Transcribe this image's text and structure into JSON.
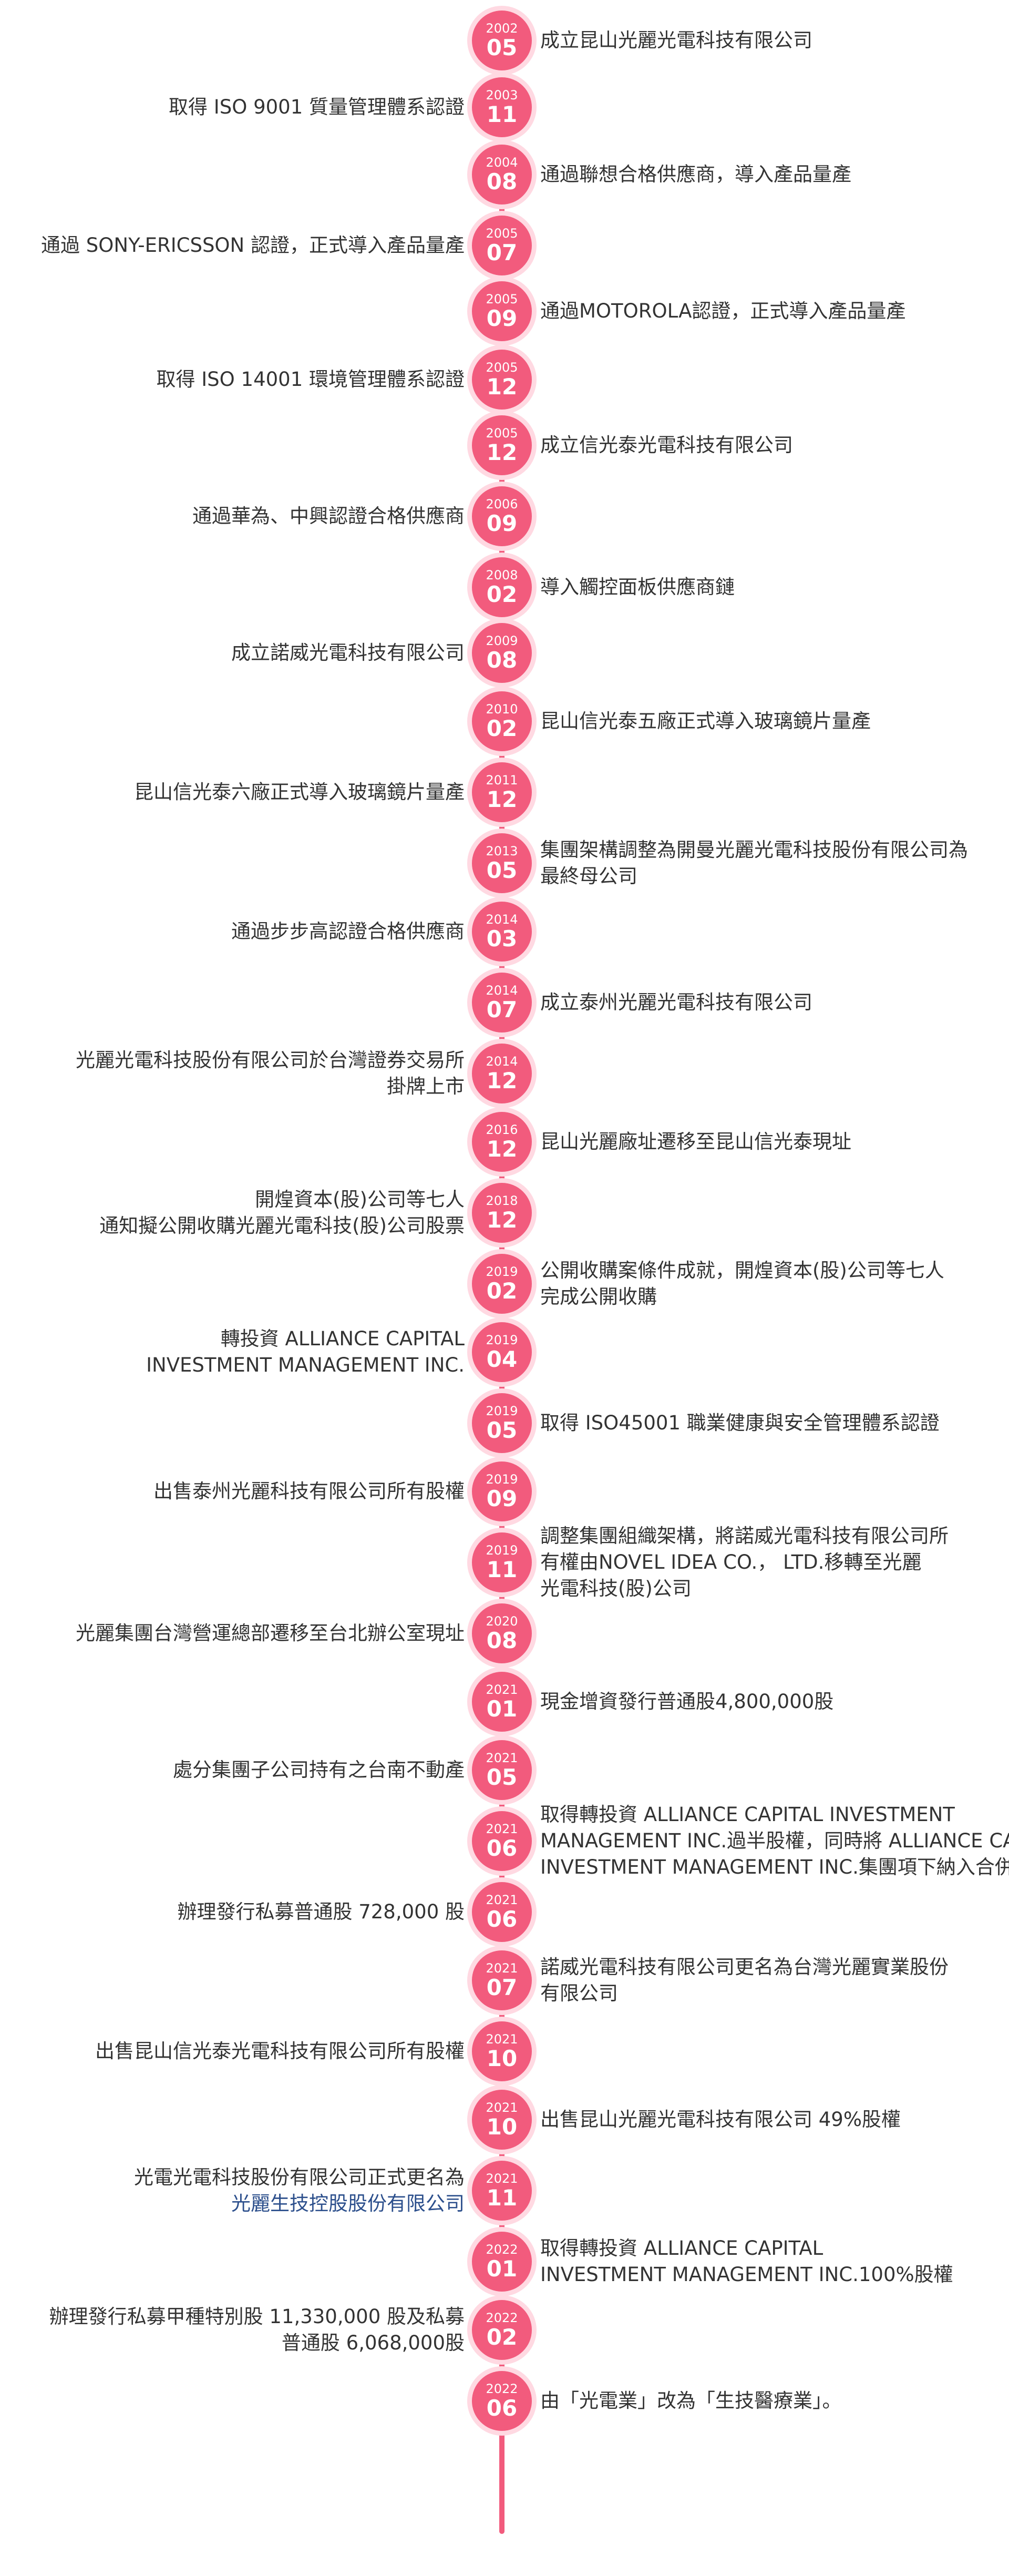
{
  "timeline": [
    {
      "year": "2002",
      "month": "05",
      "side": "right",
      "lines": [
        "成立昆山光麗光電科技有限公司"
      ]
    },
    {
      "year": "2003",
      "month": "11",
      "side": "left",
      "lines": [
        "取得 ISO 9001 質量管理體系認證"
      ]
    },
    {
      "year": "2004",
      "month": "08",
      "side": "right",
      "lines": [
        "通過聯想合格供應商，導入產品量產"
      ]
    },
    {
      "year": "2005",
      "month": "07",
      "side": "left",
      "lines": [
        "通過 SONY-ERICSSON 認證，正式導入產品量產"
      ]
    },
    {
      "year": "2005",
      "month": "09",
      "side": "right",
      "lines": [
        "通過MOTOROLA認證，正式導入產品量產"
      ]
    },
    {
      "year": "2005",
      "month": "12",
      "side": "left",
      "lines": [
        "取得 ISO 14001 環境管理體系認證"
      ]
    },
    {
      "year": "2005",
      "month": "12",
      "side": "right",
      "lines": [
        "成立信光泰光電科技有限公司"
      ]
    },
    {
      "year": "2006",
      "month": "09",
      "side": "left",
      "lines": [
        "通過華為、中興認證合格供應商"
      ]
    },
    {
      "year": "2008",
      "month": "02",
      "side": "right",
      "lines": [
        "導入觸控面板供應商鏈"
      ]
    },
    {
      "year": "2009",
      "month": "08",
      "side": "left",
      "lines": [
        "成立諾威光電科技有限公司"
      ]
    },
    {
      "year": "2010",
      "month": "02",
      "side": "right",
      "lines": [
        "昆山信光泰五廠正式導入玻璃鏡片量產"
      ]
    },
    {
      "year": "2011",
      "month": "12",
      "side": "left",
      "lines": [
        "昆山信光泰六廠正式導入玻璃鏡片量產"
      ]
    },
    {
      "year": "2013",
      "month": "05",
      "side": "right",
      "lines": [
        "集團架構調整為開曼光麗光電科技股份有限公司為",
        "最終母公司"
      ]
    },
    {
      "year": "2014",
      "month": "03",
      "side": "left",
      "lines": [
        "通過步步高認證合格供應商"
      ]
    },
    {
      "year": "2014",
      "month": "07",
      "side": "right",
      "lines": [
        "成立泰州光麗光電科技有限公司"
      ]
    },
    {
      "year": "2014",
      "month": "12",
      "side": "left",
      "lines": [
        "光麗光電科技股份有限公司於台灣證券交易所",
        "掛牌上市"
      ]
    },
    {
      "year": "2016",
      "month": "12",
      "side": "right",
      "lines": [
        "昆山光麗廠址遷移至昆山信光泰現址"
      ]
    },
    {
      "year": "2018",
      "month": "12",
      "side": "left",
      "lines": [
        "開煌資本(股)公司等七人",
        "通知擬公開收購光麗光電科技(股)公司股票"
      ]
    },
    {
      "year": "2019",
      "month": "02",
      "side": "right",
      "lines": [
        "公開收購案條件成就，開煌資本(股)公司等七人",
        "完成公開收購"
      ]
    },
    {
      "year": "2019",
      "month": "04",
      "side": "left",
      "lines": [
        "轉投資 ALLIANCE CAPITAL",
        "INVESTMENT MANAGEMENT INC."
      ]
    },
    {
      "year": "2019",
      "month": "05",
      "side": "right",
      "lines": [
        "取得 ISO45001 職業健康與安全管理體系認證"
      ]
    },
    {
      "year": "2019",
      "month": "09",
      "side": "left",
      "lines": [
        "出售泰州光麗科技有限公司所有股權"
      ]
    },
    {
      "year": "2019",
      "month": "11",
      "side": "right",
      "lines": [
        "調整集團組織架構，將諾威光電科技有限公司所",
        "有權由NOVEL IDEA CO.， LTD.移轉至光麗",
        "光電科技(股)公司"
      ]
    },
    {
      "year": "2020",
      "month": "08",
      "side": "left",
      "lines": [
        "光麗集團台灣營運總部遷移至台北辦公室現址"
      ]
    },
    {
      "year": "2021",
      "month": "01",
      "side": "right",
      "lines": [
        "現金增資發行普通股4,800,000股"
      ]
    },
    {
      "year": "2021",
      "month": "05",
      "side": "left",
      "lines": [
        "處分集團子公司持有之台南不動產"
      ]
    },
    {
      "year": "2021",
      "month": "06",
      "side": "right",
      "lines": [
        "取得轉投資 ALLIANCE CAPITAL INVESTMENT",
        "MANAGEMENT INC.過半股權，同時將 ALLIANCE CA",
        "INVESTMENT MANAGEMENT INC.集團項下納入合併"
      ]
    },
    {
      "year": "2021",
      "month": "06",
      "side": "left",
      "lines": [
        "辦理發行私募普通股 728,000 股"
      ]
    },
    {
      "year": "2021",
      "month": "07",
      "side": "right",
      "lines": [
        "諾威光電科技有限公司更名為台灣光麗實業股份",
        "有限公司"
      ]
    },
    {
      "year": "2021",
      "month": "10",
      "side": "left",
      "lines": [
        "出售昆山信光泰光電科技有限公司所有股權"
      ]
    },
    {
      "year": "2021",
      "month": "10",
      "side": "right",
      "lines": [
        "出售昆山光麗光電科技有限公司 49%股權"
      ]
    },
    {
      "year": "2021",
      "month": "11",
      "side": "left",
      "lines": [
        "光電光電科技股份有限公司正式更名為",
        "光麗生技控股股份有限公司"
      ],
      "highlight_line": 1
    },
    {
      "year": "2022",
      "month": "01",
      "side": "right",
      "lines": [
        "取得轉投資 ALLIANCE CAPITAL",
        "INVESTMENT MANAGEMENT INC.100%股權"
      ]
    },
    {
      "year": "2022",
      "month": "02",
      "side": "left",
      "lines": [
        "辦理發行私募甲種特別股 11,330,000 股及私募",
        "普通股 6,068,000股"
      ]
    },
    {
      "year": "2022",
      "month": "06",
      "side": "right",
      "lines": [
        "由「光電業」改為「生技醫療業」。"
      ]
    }
  ]
}
